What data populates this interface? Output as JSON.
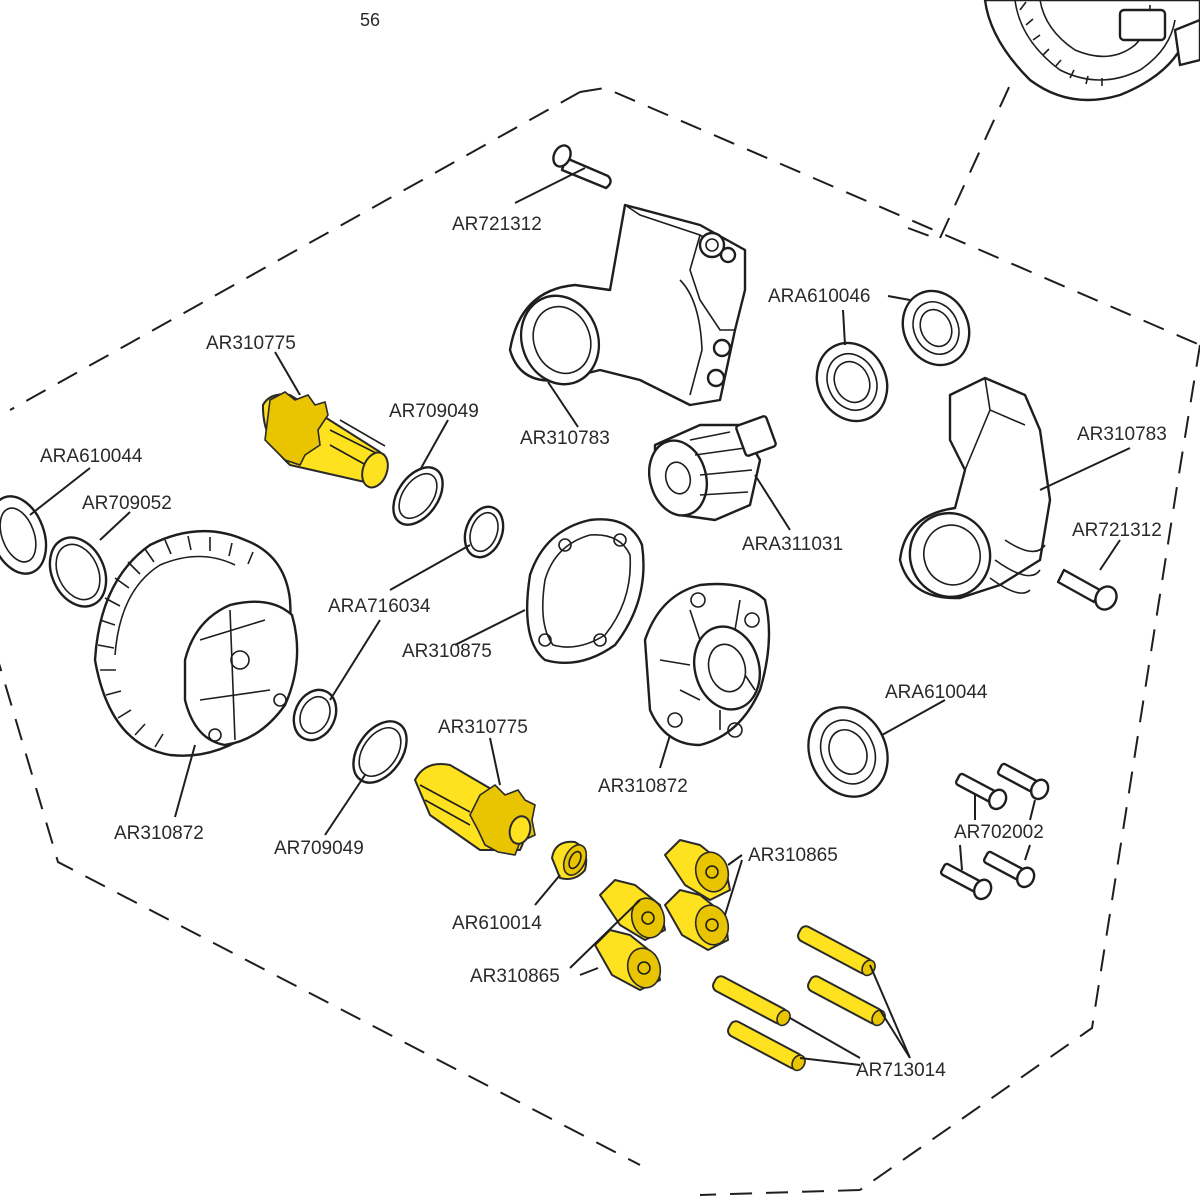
{
  "page_code": "56",
  "parts": [
    {
      "id": "ar721312-top",
      "label": "AR721312"
    },
    {
      "id": "ar310775-top",
      "label": "AR310775"
    },
    {
      "id": "ar709049-top",
      "label": "AR709049"
    },
    {
      "id": "ar310783-left",
      "label": "AR310783"
    },
    {
      "id": "ara610046",
      "label": "ARA610046"
    },
    {
      "id": "ar310783-right",
      "label": "AR310783"
    },
    {
      "id": "ara610044-left",
      "label": "ARA610044"
    },
    {
      "id": "ar709052",
      "label": "AR709052"
    },
    {
      "id": "ara311031",
      "label": "ARA311031"
    },
    {
      "id": "ar721312-right",
      "label": "AR721312"
    },
    {
      "id": "ara716034",
      "label": "ARA716034"
    },
    {
      "id": "ar310875",
      "label": "AR310875"
    },
    {
      "id": "ara610044-right",
      "label": "ARA610044"
    },
    {
      "id": "ar310775-bottom",
      "label": "AR310775"
    },
    {
      "id": "ar310872-center",
      "label": "AR310872"
    },
    {
      "id": "ar310872-left",
      "label": "AR310872"
    },
    {
      "id": "ar709049-bottom",
      "label": "AR709049"
    },
    {
      "id": "ar702002",
      "label": "AR702002"
    },
    {
      "id": "ar310865-right",
      "label": "AR310865"
    },
    {
      "id": "ar610014",
      "label": "AR610014"
    },
    {
      "id": "ar310865-left",
      "label": "AR310865"
    },
    {
      "id": "ar713014",
      "label": "AR713014"
    }
  ],
  "colors": {
    "highlight": "#ffe21f",
    "line": "#1e1e1e",
    "background": "#ffffff"
  }
}
